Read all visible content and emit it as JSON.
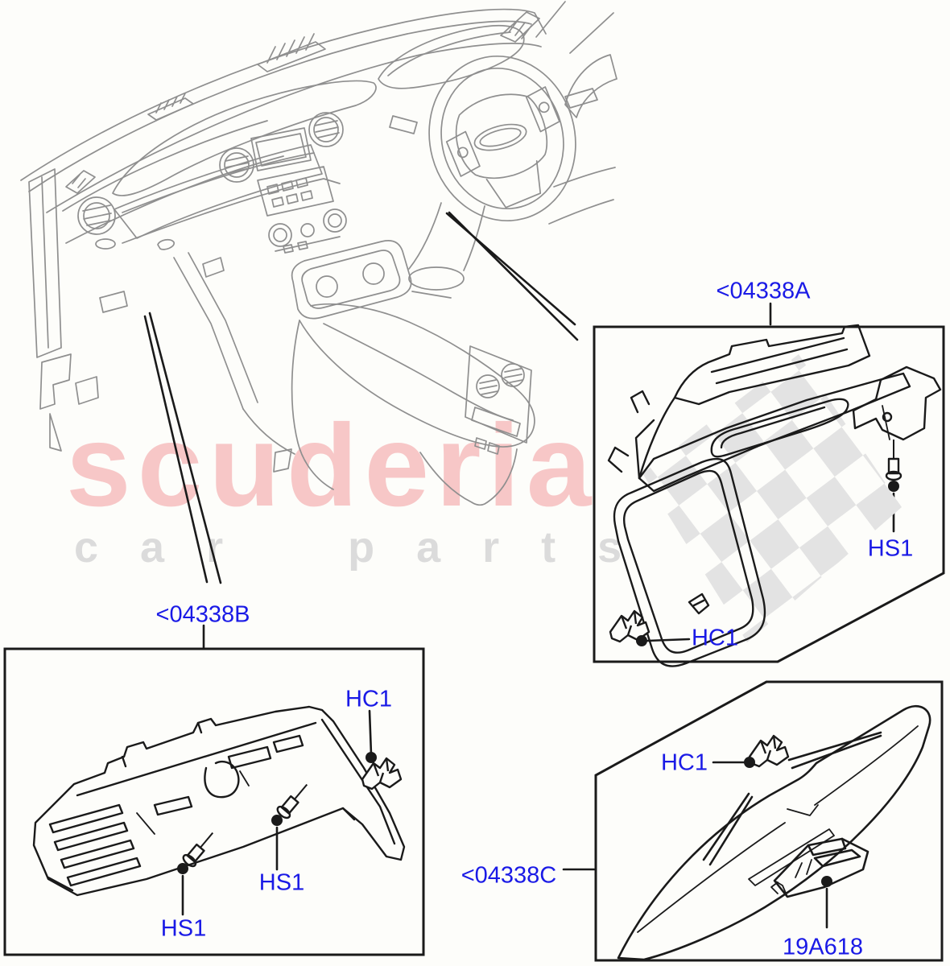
{
  "watermark": {
    "brand": "scuderia",
    "tagline": "car parts",
    "brand_color": "#f7c7c7",
    "tagline_color": "#dbdbdb"
  },
  "diagram": {
    "description": "Instrument panel lower trim exploded parts diagram with dashboard overview",
    "parts": [
      {
        "id": "04338A",
        "label": "<04338A",
        "callouts": [
          "HS1",
          "HC1"
        ]
      },
      {
        "id": "04338B",
        "label": "<04338B",
        "callouts": [
          "HS1",
          "HS1",
          "HC1"
        ]
      },
      {
        "id": "04338C",
        "label": "<04338C",
        "callouts": [
          "HC1",
          "19A618"
        ]
      }
    ],
    "callout_labels": {
      "screw": "HS1",
      "clip": "HC1",
      "latch": "19A618"
    },
    "colors": {
      "label_blue": "#1a1ae6",
      "line_black": "#1a1a1a",
      "sketch_gray": "#8f8f8f",
      "checker_gray": "#e3e3e3"
    }
  }
}
